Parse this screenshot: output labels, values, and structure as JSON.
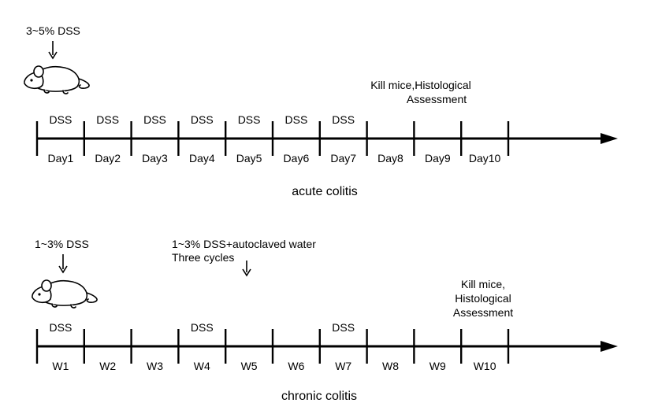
{
  "acute": {
    "dose_label": "3~5% DSS",
    "markers": [
      "DSS",
      "DSS",
      "DSS",
      "DSS",
      "DSS",
      "DSS",
      "DSS",
      "",
      "",
      ""
    ],
    "periods": [
      "Day1",
      "Day2",
      "Day3",
      "Day4",
      "Day5",
      "Day6",
      "Day7",
      "Day8",
      "Day9",
      "Day10"
    ],
    "end_note": [
      "Kill mice,Histological",
      "Assessment"
    ],
    "caption": "acute colitis"
  },
  "chronic": {
    "dose_label": "1~3% DSS",
    "cycle_note": [
      "1~3% DSS+autoclaved water",
      "Three cycles"
    ],
    "markers": [
      "DSS",
      "",
      "",
      "DSS",
      "",
      "",
      "DSS",
      "",
      "",
      ""
    ],
    "periods": [
      "W1",
      "W2",
      "W3",
      "W4",
      "W5",
      "W6",
      "W7",
      "W8",
      "W9",
      "W10"
    ],
    "end_note": [
      "Kill mice,",
      "Histological",
      "Assessment"
    ],
    "caption": "chronic colitis"
  },
  "icons": {
    "animal": "mouse-icon",
    "pointer": "down-arrow-icon",
    "timeline_end": "timeline-arrowhead-icon"
  }
}
